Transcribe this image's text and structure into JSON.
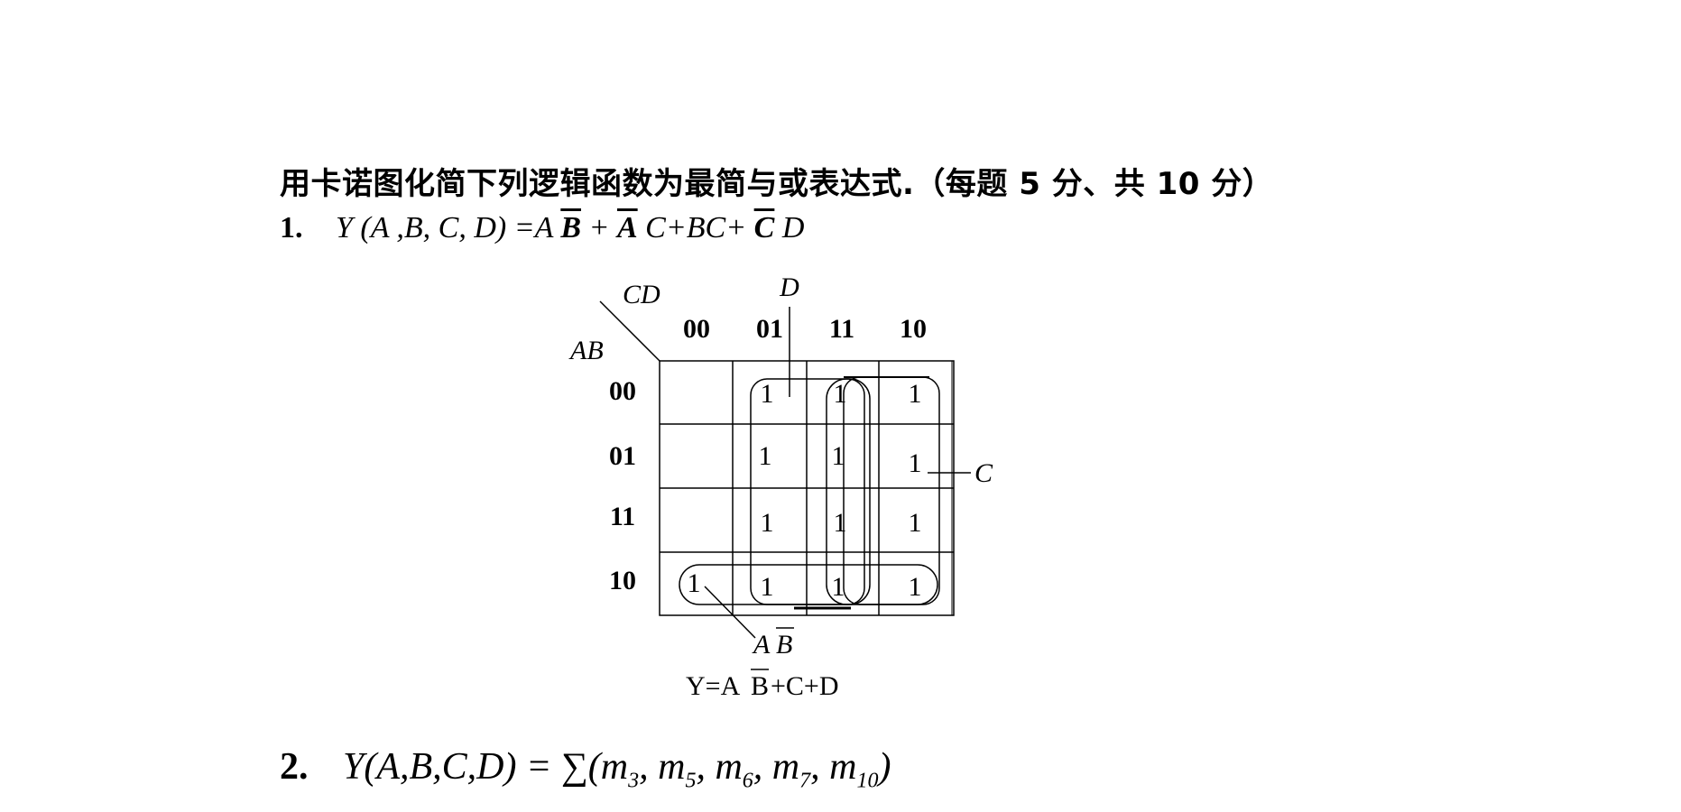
{
  "heading": "用卡诺图化简下列逻辑函数为最简与或表达式.（每题 5 分、共 10 分）",
  "problem1": {
    "number": "1.",
    "prefix": "Y (A ,B, C, D) =A",
    "b_bar": "B",
    "plus1": " + ",
    "a_bar": "A",
    "mid": " C+BC+ ",
    "c_bar": "C",
    "end": " D"
  },
  "kmap": {
    "cd_label": "CD",
    "ab_label": "AB",
    "col_headers": [
      "00",
      "01",
      "11",
      "10"
    ],
    "row_headers": [
      "00",
      "01",
      "11",
      "10"
    ],
    "cells": [
      [
        "",
        "1",
        "1",
        "1"
      ],
      [
        "",
        "1",
        "1",
        "1"
      ],
      [
        "",
        "1",
        "1",
        "1"
      ],
      [
        "1",
        "1",
        "1",
        "1"
      ]
    ],
    "label_d": "D",
    "label_c": "C",
    "label_ab_bar_a": "A",
    "label_ab_bar_b": "B",
    "result_y": "Y=A",
    "result_b": "B",
    "result_rest": "+C+D"
  },
  "problem2": {
    "number": "2.",
    "expr": "Y(A,B,C,D) = ∑(m",
    "terms": [
      {
        "var": "m",
        "sub": "3"
      },
      {
        "var": "m",
        "sub": "5"
      },
      {
        "var": "m",
        "sub": "6"
      },
      {
        "var": "m",
        "sub": "7"
      },
      {
        "var": "m",
        "sub": "10"
      }
    ],
    "sub0": "3",
    "t1": ", m",
    "sub1": "5",
    "t2": ", m",
    "sub2": "6",
    "t3": ", m",
    "sub3": "7",
    "t4": ", m",
    "sub4": "10",
    "close": ")"
  }
}
